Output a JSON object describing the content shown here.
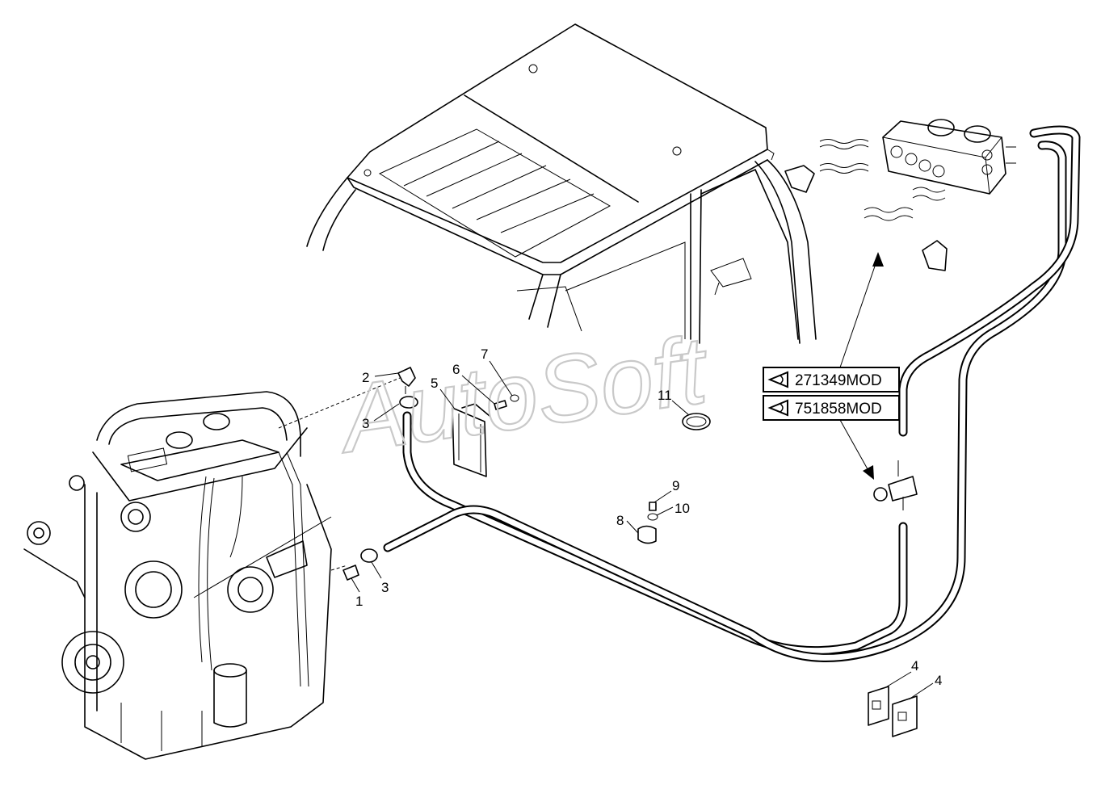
{
  "watermark": "AutoSoft",
  "references": [
    {
      "id": "ref-1",
      "code": "271349MOD"
    },
    {
      "id": "ref-2",
      "code": "751858MOD"
    }
  ],
  "callouts": {
    "c1": "1",
    "c2": "2",
    "c3a": "3",
    "c3b": "3",
    "c4a": "4",
    "c4b": "4",
    "c5": "5",
    "c6": "6",
    "c7": "7",
    "c8": "8",
    "c9": "9",
    "c10": "10",
    "c11": "11"
  }
}
